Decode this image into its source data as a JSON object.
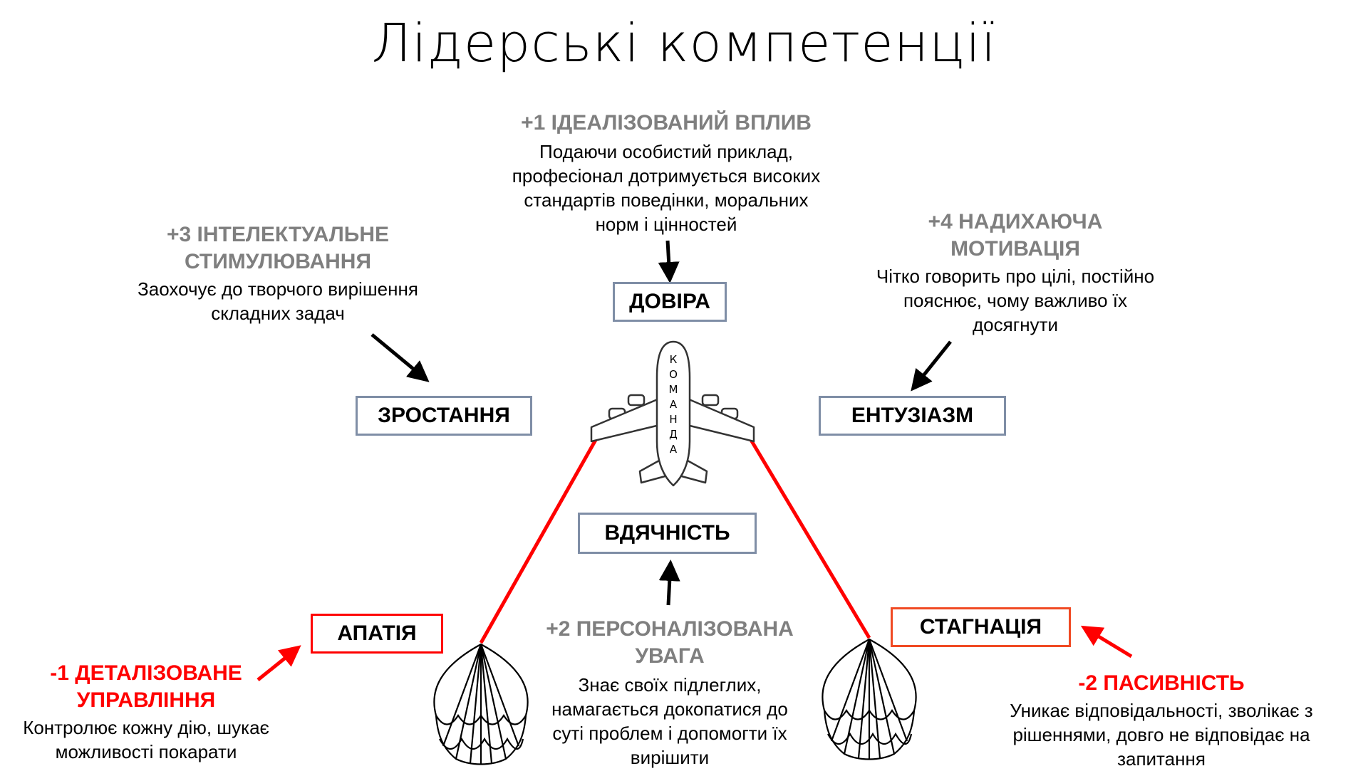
{
  "title": "Лідерські компетенції",
  "center": {
    "plane_letters": [
      "К",
      "О",
      "М",
      "А",
      "Н",
      "Д",
      "А"
    ]
  },
  "boxes": {
    "trust": "ДОВІРА",
    "growth": "ЗРОСТАННЯ",
    "enthusiasm": "ЕНТУЗІАЗМ",
    "gratitude": "ВДЯЧНІСТЬ",
    "apathy": "АПАТІЯ",
    "stagnation": "СТАГНАЦІЯ"
  },
  "competencies": {
    "idealized": {
      "heading": "+1 ІДЕАЛІЗОВАНИЙ ВПЛИВ",
      "lines": [
        "Подаючи особистий приклад,",
        "професіонал дотримується високих",
        "стандартів поведінки, моральних",
        "норм і цінностей"
      ]
    },
    "intellectual": {
      "heading": [
        "+3 ІНТЕЛЕКТУАЛЬНЕ",
        "СТИМУЛЮВАННЯ"
      ],
      "lines": [
        "Заохочує до творчого вирішення",
        "складних задач"
      ]
    },
    "inspirational": {
      "heading": [
        "+4 НАДИХАЮЧА",
        "МОТИВАЦІЯ"
      ],
      "lines": [
        "Чітко говорить про цілі, постійно",
        "пояснює, чому важливо їх",
        "досягнути"
      ]
    },
    "personalized": {
      "heading": [
        "+2 ПЕРСОНАЛІЗОВАНА",
        "УВАГА"
      ],
      "lines": [
        "Знає своїх підлеглих,",
        "намагається докопатися до",
        "суті проблем і допомогти їх",
        "вирішити"
      ]
    },
    "micromanagement": {
      "heading": [
        "-1 ДЕТАЛІЗОВАНЕ",
        "УПРАВЛІННЯ"
      ],
      "lines": [
        "Контролює кожну дію, шукає",
        "можливості покарати"
      ]
    },
    "passivity": {
      "heading": [
        "-2 ПАСИВНІСТЬ"
      ],
      "lines": [
        "Уникає відповідальності, зволікає з",
        "рішеннями, довго не відповідає на",
        "запитання"
      ]
    }
  },
  "colors": {
    "positive_heading": "#7f7f7f",
    "negative_heading": "#ff0000",
    "box_border": "#7f8ea6",
    "negative_box_border": "#ff0000",
    "stagnation_box_border": "#f04a23",
    "rope": "#ff0000",
    "arrow_positive": "#000000",
    "arrow_negative": "#ff0000"
  },
  "icons": [
    "airplane-icon",
    "parachute-icon"
  ]
}
